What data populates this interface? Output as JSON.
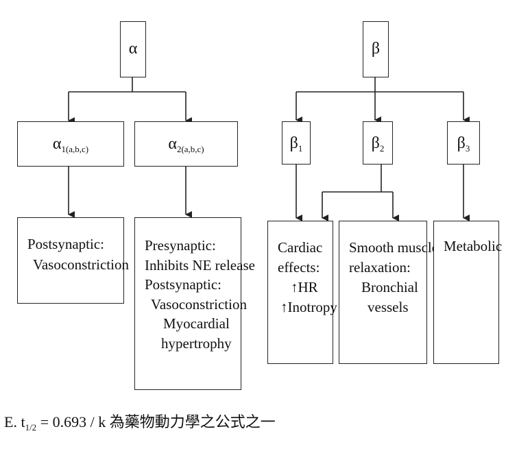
{
  "alpha": {
    "root": "α",
    "a1": {
      "symbol": "α",
      "subscript": "1(a,b,c)"
    },
    "a2": {
      "symbol": "α",
      "subscript": "2(a,b,c)"
    },
    "a1_effects": [
      "Postsynaptic:",
      "Vasoconstriction"
    ],
    "a2_effects": [
      "Presynaptic:",
      "Inhibits NE release",
      "Postsynaptic:",
      "Vasoconstriction",
      "Myocardial",
      "hypertrophy"
    ]
  },
  "beta": {
    "root": "β",
    "b1": {
      "symbol": "β",
      "subscript": "1"
    },
    "b2": {
      "symbol": "β",
      "subscript": "2"
    },
    "b3": {
      "symbol": "β",
      "subscript": "3"
    },
    "cardiac": [
      "Cardiac",
      "effects:",
      "↑HR",
      "↑Inotropy"
    ],
    "smooth": [
      "Smooth muscle",
      "relaxation:",
      "Bronchial",
      "vessels"
    ],
    "metabolic": "Metabolic"
  },
  "footer": {
    "prefix": "E. t",
    "subscript": "1/2",
    "rest": " = 0.693 / k 為藥物動力學之公式之一"
  }
}
